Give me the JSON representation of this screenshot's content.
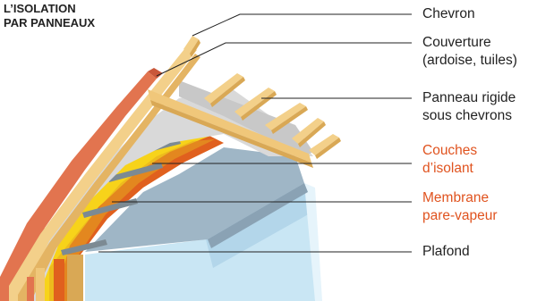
{
  "title": {
    "line1": "L’ISOLATION",
    "line2": "PAR PANNEAUX"
  },
  "labels": {
    "chevron": {
      "line1": "Chevron"
    },
    "couverture": {
      "line1": "Couverture",
      "line2": "(ardoise, tuiles)"
    },
    "panneau": {
      "line1": "Panneau rigide",
      "line2": "sous chevrons"
    },
    "couches": {
      "line1": "Couches",
      "line2": "d’isolant"
    },
    "membrane": {
      "line1": "Membrane",
      "line2": "pare-vapeur"
    },
    "plafond": {
      "line1": "Plafond"
    }
  },
  "colors": {
    "accent": "#e0531f",
    "text": "#222222",
    "roof_tile": "#e2744f",
    "wood": "#f0c77a",
    "insulation": "#f7d31a",
    "vapor_membrane": "#e0601e",
    "rigid_panel": "#d8d8d8",
    "ceiling": "#9fb6c6",
    "ceiling_light": "#bfe3f4"
  }
}
